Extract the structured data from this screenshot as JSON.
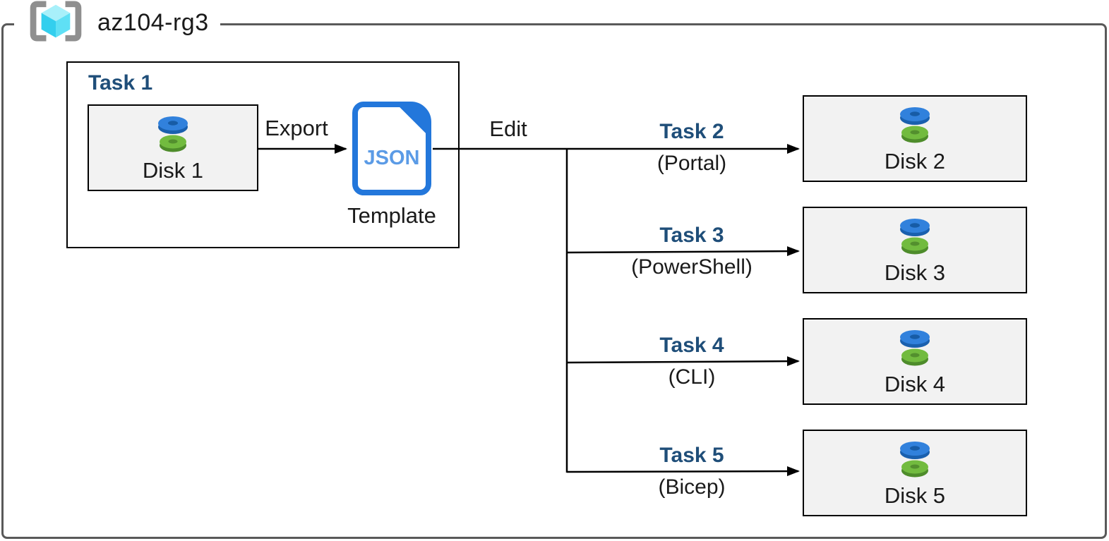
{
  "resource_group": {
    "name": "az104-rg3",
    "icon": "resource-group-icon"
  },
  "task1": {
    "title": "Task 1",
    "disk": {
      "label": "Disk 1",
      "icon": "managed-disk-icon"
    },
    "export_label": "Export",
    "template": {
      "file_type": "JSON",
      "label": "Template",
      "icon": "json-file-icon"
    }
  },
  "edit_label": "Edit",
  "branches": [
    {
      "task": "Task 2",
      "method": "(Portal)",
      "disk": {
        "label": "Disk 2",
        "icon": "managed-disk-icon"
      }
    },
    {
      "task": "Task 3",
      "method": "(PowerShell)",
      "disk": {
        "label": "Disk 3",
        "icon": "managed-disk-icon"
      }
    },
    {
      "task": "Task 4",
      "method": "(CLI)",
      "disk": {
        "label": "Disk 4",
        "icon": "managed-disk-icon"
      }
    },
    {
      "task": "Task 5",
      "method": "(Bicep)",
      "disk": {
        "label": "Disk 5",
        "icon": "managed-disk-icon"
      }
    }
  ],
  "colors": {
    "outer_border": "#595959",
    "box_border": "#000000",
    "card_background": "#F2F2F2",
    "task_label_blue": "#1F4E79",
    "json_border_blue": "#2377DB",
    "json_text_blue": "#5B9BE6",
    "disk_blue": "#3181DC",
    "disk_green": "#72BB3F",
    "cube_cyan": "#50E6FF",
    "bracket_gray": "#8F8F8F"
  }
}
